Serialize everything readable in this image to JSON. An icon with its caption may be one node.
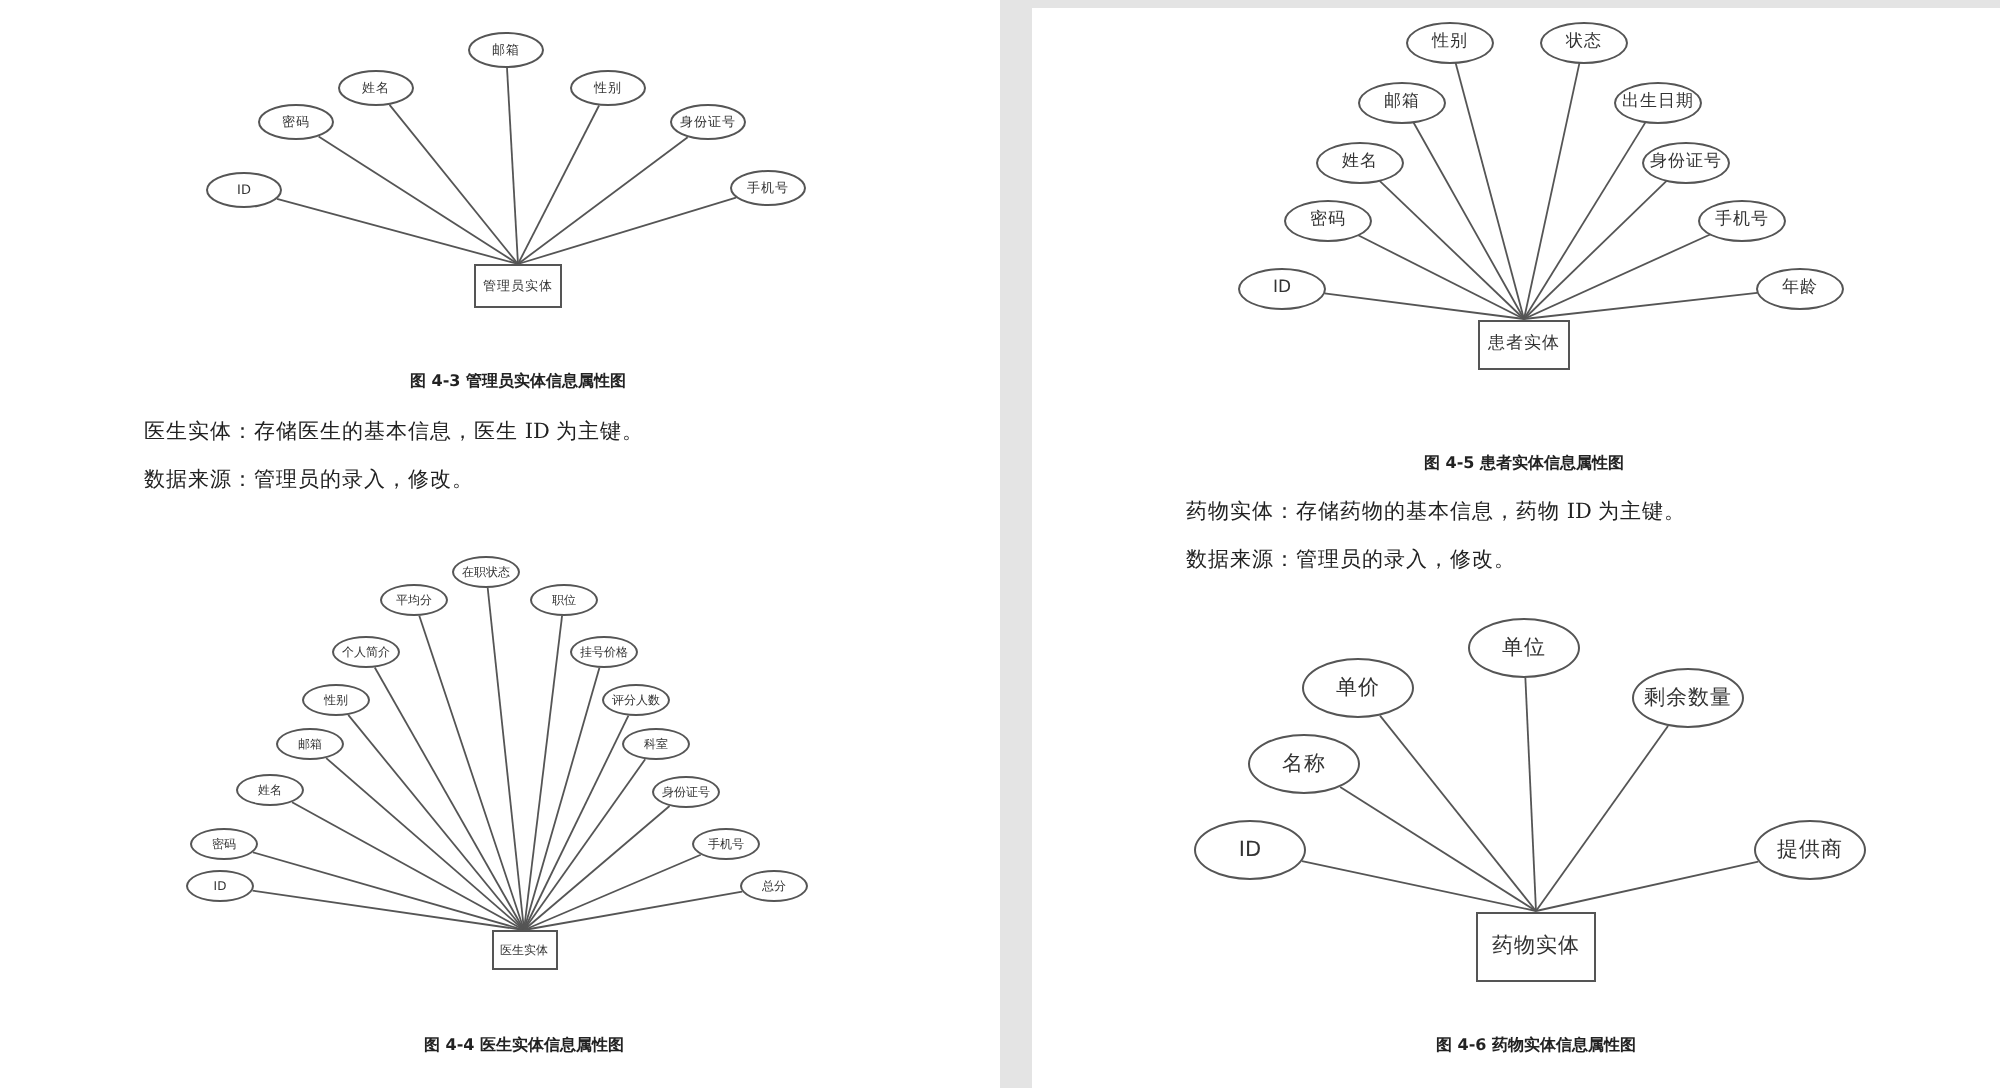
{
  "diagram": {
    "nodes": [
      {
        "text": [
          "ID"
        ]
      },
      {
        "text": [
          "密码"
        ]
      },
      {
        "text": [
          "姓名"
        ]
      },
      {
        "text": [
          "邮箱"
        ]
      },
      {
        "text": [
          "性别"
        ]
      },
      {
        "text": [
          "身份证号"
        ]
      },
      {
        "text": [
          "手机号"
        ]
      },
      {
        "text": [
          "管理员实体"
        ]
      },
      {
        "text": [
          "ID"
        ]
      },
      {
        "text": [
          "密码"
        ]
      },
      {
        "text": [
          "姓名"
        ]
      },
      {
        "text": [
          "邮箱"
        ]
      },
      {
        "text": [
          "性别"
        ]
      },
      {
        "text": [
          "个人简介"
        ]
      },
      {
        "text": [
          "平均分"
        ]
      },
      {
        "text": [
          "在职状态"
        ]
      },
      {
        "text": [
          "职位"
        ]
      },
      {
        "text": [
          "挂号价格"
        ]
      },
      {
        "text": [
          "评分人数"
        ]
      },
      {
        "text": [
          "科室"
        ]
      },
      {
        "text": [
          "身份证号"
        ]
      },
      {
        "text": [
          "手机号"
        ]
      },
      {
        "text": [
          "总分"
        ]
      },
      {
        "text": [
          "医生实体"
        ]
      },
      {
        "text": [
          "ID"
        ]
      },
      {
        "text": [
          "密码"
        ]
      },
      {
        "text": [
          "姓名"
        ]
      },
      {
        "text": [
          "邮箱"
        ]
      },
      {
        "text": [
          "性别"
        ]
      },
      {
        "text": [
          "状态"
        ]
      },
      {
        "text": [
          "出生日期"
        ]
      },
      {
        "text": [
          "身份证号"
        ]
      },
      {
        "text": [
          "手机号"
        ]
      },
      {
        "text": [
          "年龄"
        ]
      },
      {
        "text": [
          "患者实体"
        ]
      },
      {
        "text": [
          "ID"
        ]
      },
      {
        "text": [
          "名称"
        ]
      },
      {
        "text": [
          "单价"
        ]
      },
      {
        "text": [
          "单位"
        ]
      },
      {
        "text": [
          "剩余数量"
        ]
      },
      {
        "text": [
          "提供商"
        ]
      },
      {
        "text": [
          "药物实体"
        ]
      }
    ],
    "edges": [
      {
        "from": 0,
        "to": 7,
        "arrow": "none"
      },
      {
        "from": 1,
        "to": 7,
        "arrow": "none"
      },
      {
        "from": 2,
        "to": 7,
        "arrow": "none"
      },
      {
        "from": 3,
        "to": 7,
        "arrow": "none"
      },
      {
        "from": 4,
        "to": 7,
        "arrow": "none"
      },
      {
        "from": 5,
        "to": 7,
        "arrow": "none"
      },
      {
        "from": 6,
        "to": 7,
        "arrow": "none"
      },
      {
        "from": 8,
        "to": 23,
        "arrow": "none"
      },
      {
        "from": 9,
        "to": 23,
        "arrow": "none"
      },
      {
        "from": 10,
        "to": 23,
        "arrow": "none"
      },
      {
        "from": 11,
        "to": 23,
        "arrow": "none"
      },
      {
        "from": 12,
        "to": 23,
        "arrow": "none"
      },
      {
        "from": 13,
        "to": 23,
        "arrow": "none"
      },
      {
        "from": 14,
        "to": 23,
        "arrow": "none"
      },
      {
        "from": 15,
        "to": 23,
        "arrow": "none"
      },
      {
        "from": 16,
        "to": 23,
        "arrow": "none"
      },
      {
        "from": 17,
        "to": 23,
        "arrow": "none"
      },
      {
        "from": 18,
        "to": 23,
        "arrow": "none"
      },
      {
        "from": 19,
        "to": 23,
        "arrow": "none"
      },
      {
        "from": 20,
        "to": 23,
        "arrow": "none"
      },
      {
        "from": 21,
        "to": 23,
        "arrow": "none"
      },
      {
        "from": 22,
        "to": 23,
        "arrow": "none"
      },
      {
        "from": 24,
        "to": 34,
        "arrow": "none"
      },
      {
        "from": 25,
        "to": 34,
        "arrow": "none"
      },
      {
        "from": 26,
        "to": 34,
        "arrow": "none"
      },
      {
        "from": 27,
        "to": 34,
        "arrow": "none"
      },
      {
        "from": 28,
        "to": 34,
        "arrow": "none"
      },
      {
        "from": 29,
        "to": 34,
        "arrow": "none"
      },
      {
        "from": 30,
        "to": 34,
        "arrow": "none"
      },
      {
        "from": 31,
        "to": 34,
        "arrow": "none"
      },
      {
        "from": 32,
        "to": 34,
        "arrow": "none"
      },
      {
        "from": 33,
        "to": 34,
        "arrow": "none"
      },
      {
        "from": 35,
        "to": 41,
        "arrow": "none"
      },
      {
        "from": 36,
        "to": 41,
        "arrow": "none"
      },
      {
        "from": 37,
        "to": 41,
        "arrow": "none"
      },
      {
        "from": 38,
        "to": 41,
        "arrow": "none"
      },
      {
        "from": 39,
        "to": 41,
        "arrow": "none"
      },
      {
        "from": 40,
        "to": 41,
        "arrow": "none"
      }
    ],
    "labels": [
      "图 4-3 管理员实体信息属性图",
      "医生实体：存储医生的基本信息，医生 ID 为主键。",
      "数据来源：管理员的录入，修改。",
      "图 4-4 医生实体信息属性图",
      "图 4-5 患者实体信息属性图",
      "药物实体：存储药物的基本信息，药物 ID 为主键。",
      "数据来源：管理员的录入，修改。",
      "图 4-6 药物实体信息属性图"
    ]
  }
}
